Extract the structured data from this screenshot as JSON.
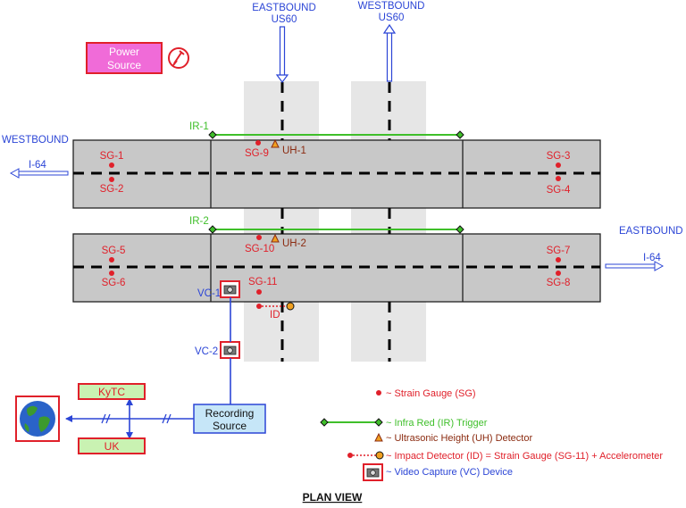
{
  "routes": {
    "us60_eb_dir": "EASTBOUND",
    "us60_eb_name": "US60",
    "us60_wb_dir": "WESTBOUND",
    "us60_wb_name": "US60",
    "i64_wb_dir": "WESTBOUND",
    "i64_wb_name": "I-64",
    "i64_eb_dir": "EASTBOUND",
    "i64_eb_name": "I-64"
  },
  "power": {
    "line1": "Power",
    "line2": "Source"
  },
  "sensors": {
    "ir1": "IR-1",
    "ir2": "IR-2",
    "uh1": "UH-1",
    "uh2": "UH-2",
    "sg1": "SG-1",
    "sg2": "SG-2",
    "sg3": "SG-3",
    "sg4": "SG-4",
    "sg5": "SG-5",
    "sg6": "SG-6",
    "sg7": "SG-7",
    "sg8": "SG-8",
    "sg9": "SG-9",
    "sg10": "SG-10",
    "sg11": "SG-11",
    "id": "ID",
    "vc1": "VC-1",
    "vc2": "VC-2"
  },
  "network": {
    "kytc": "KyTC",
    "uk": "UK",
    "recording_line1": "Recording",
    "recording_line2": "Source"
  },
  "legend": {
    "sg": "~ Strain Gauge (SG)",
    "ir": "~ Infra Red (IR) Trigger",
    "uh": "~ Ultrasonic Height (UH) Detector",
    "id": "~ Impact Detector (ID) = Strain Gauge (SG-11) + Accelerometer",
    "vc": "~ Video Capture (VC) Device"
  },
  "caption": "PLAN VIEW",
  "colors": {
    "deck": "#c8c8c8",
    "underpass": "#e6e6e6",
    "blue": "#2b45d6",
    "red": "#e0202a",
    "green": "#3fbf2a",
    "power_fill": "#f06bd8",
    "network_fill": "#c9f2b2",
    "recording_fill": "#c6e6f8"
  },
  "icons": [
    "power-plug-icon",
    "camera-icon",
    "globe-icon"
  ]
}
